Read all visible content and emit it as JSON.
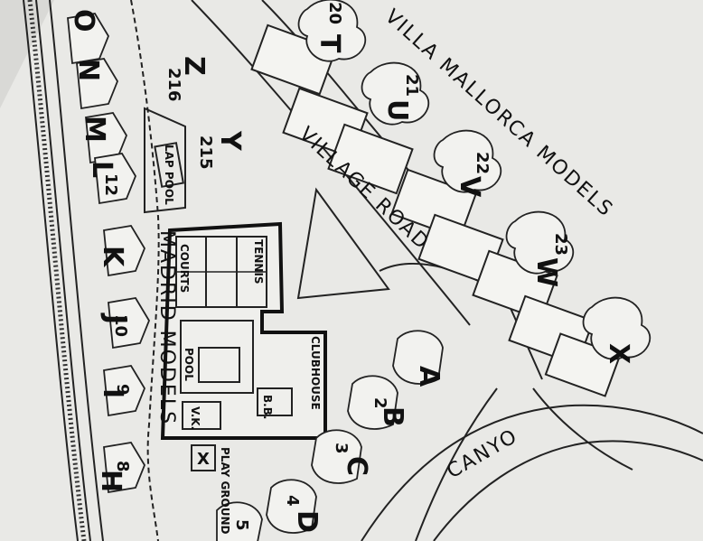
{
  "streets": {
    "village_road": "VILLAGE ROAD",
    "canyon": "CANYO",
    "villa_mallorca": "VILLA MALLORCA MODELS",
    "madrid_models": "MADRID MODELS"
  },
  "amenities": {
    "tennis": "TENNIS",
    "courts": "COURTS",
    "pool": "POOL",
    "clubhouse": "CLUBHOUSE",
    "bb": "B.B.",
    "vk": "V.K.",
    "play_ground": "PLAY GROUND",
    "lap_pool": "LAP POOL",
    "x_mark": "X"
  },
  "section_letters": [
    "T",
    "U",
    "V",
    "W",
    "X",
    "Z",
    "Y",
    "A",
    "B",
    "C",
    "D",
    "O",
    "N",
    "M",
    "L",
    "K",
    "J",
    "I",
    "H"
  ],
  "unit_numbers": [
    "20",
    "21",
    "22",
    "23",
    "216",
    "215",
    "12",
    "10",
    "9",
    "8",
    "2",
    "3",
    "4",
    "5"
  ],
  "colors": {
    "paper": "#e9e9e6",
    "ink": "#111111"
  }
}
